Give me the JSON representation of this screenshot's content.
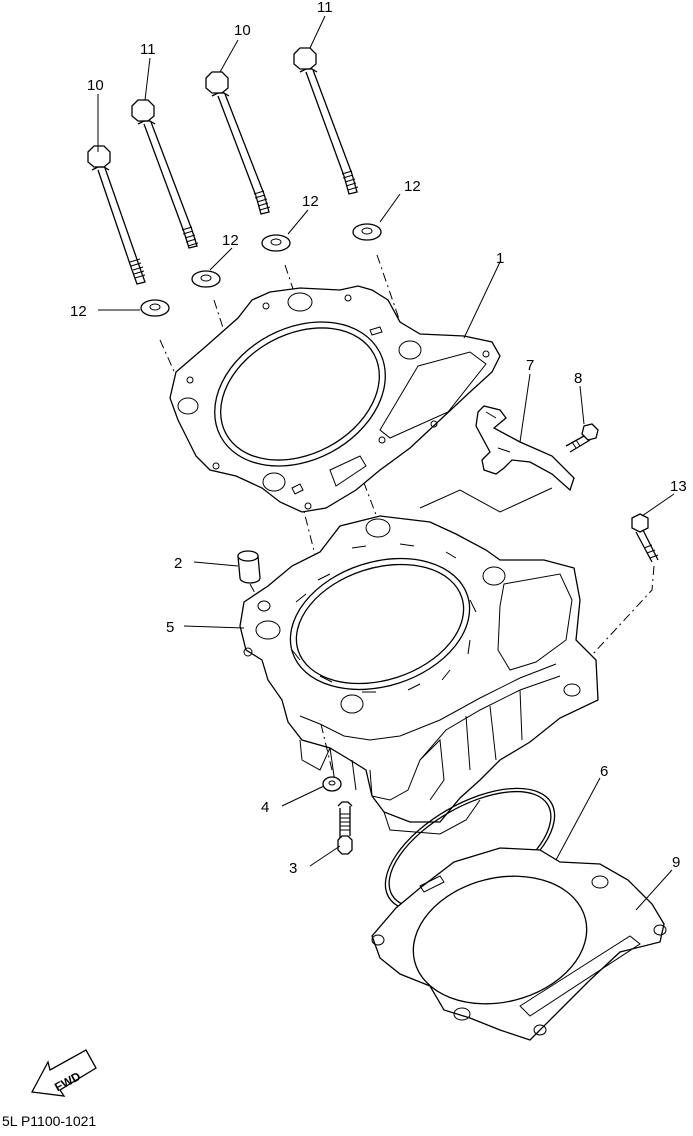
{
  "callouts": {
    "c1": "1",
    "c2": "2",
    "c3": "3",
    "c4": "4",
    "c5": "5",
    "c6": "6",
    "c7": "7",
    "c8": "8",
    "c9": "9",
    "c10a": "10",
    "c10b": "10",
    "c11a": "11",
    "c11b": "11",
    "c12a": "12",
    "c12b": "12",
    "c12c": "12",
    "c12d": "12",
    "c13": "13"
  },
  "fwd_label": "FWD",
  "diagram_code": "5L P1100-1021"
}
